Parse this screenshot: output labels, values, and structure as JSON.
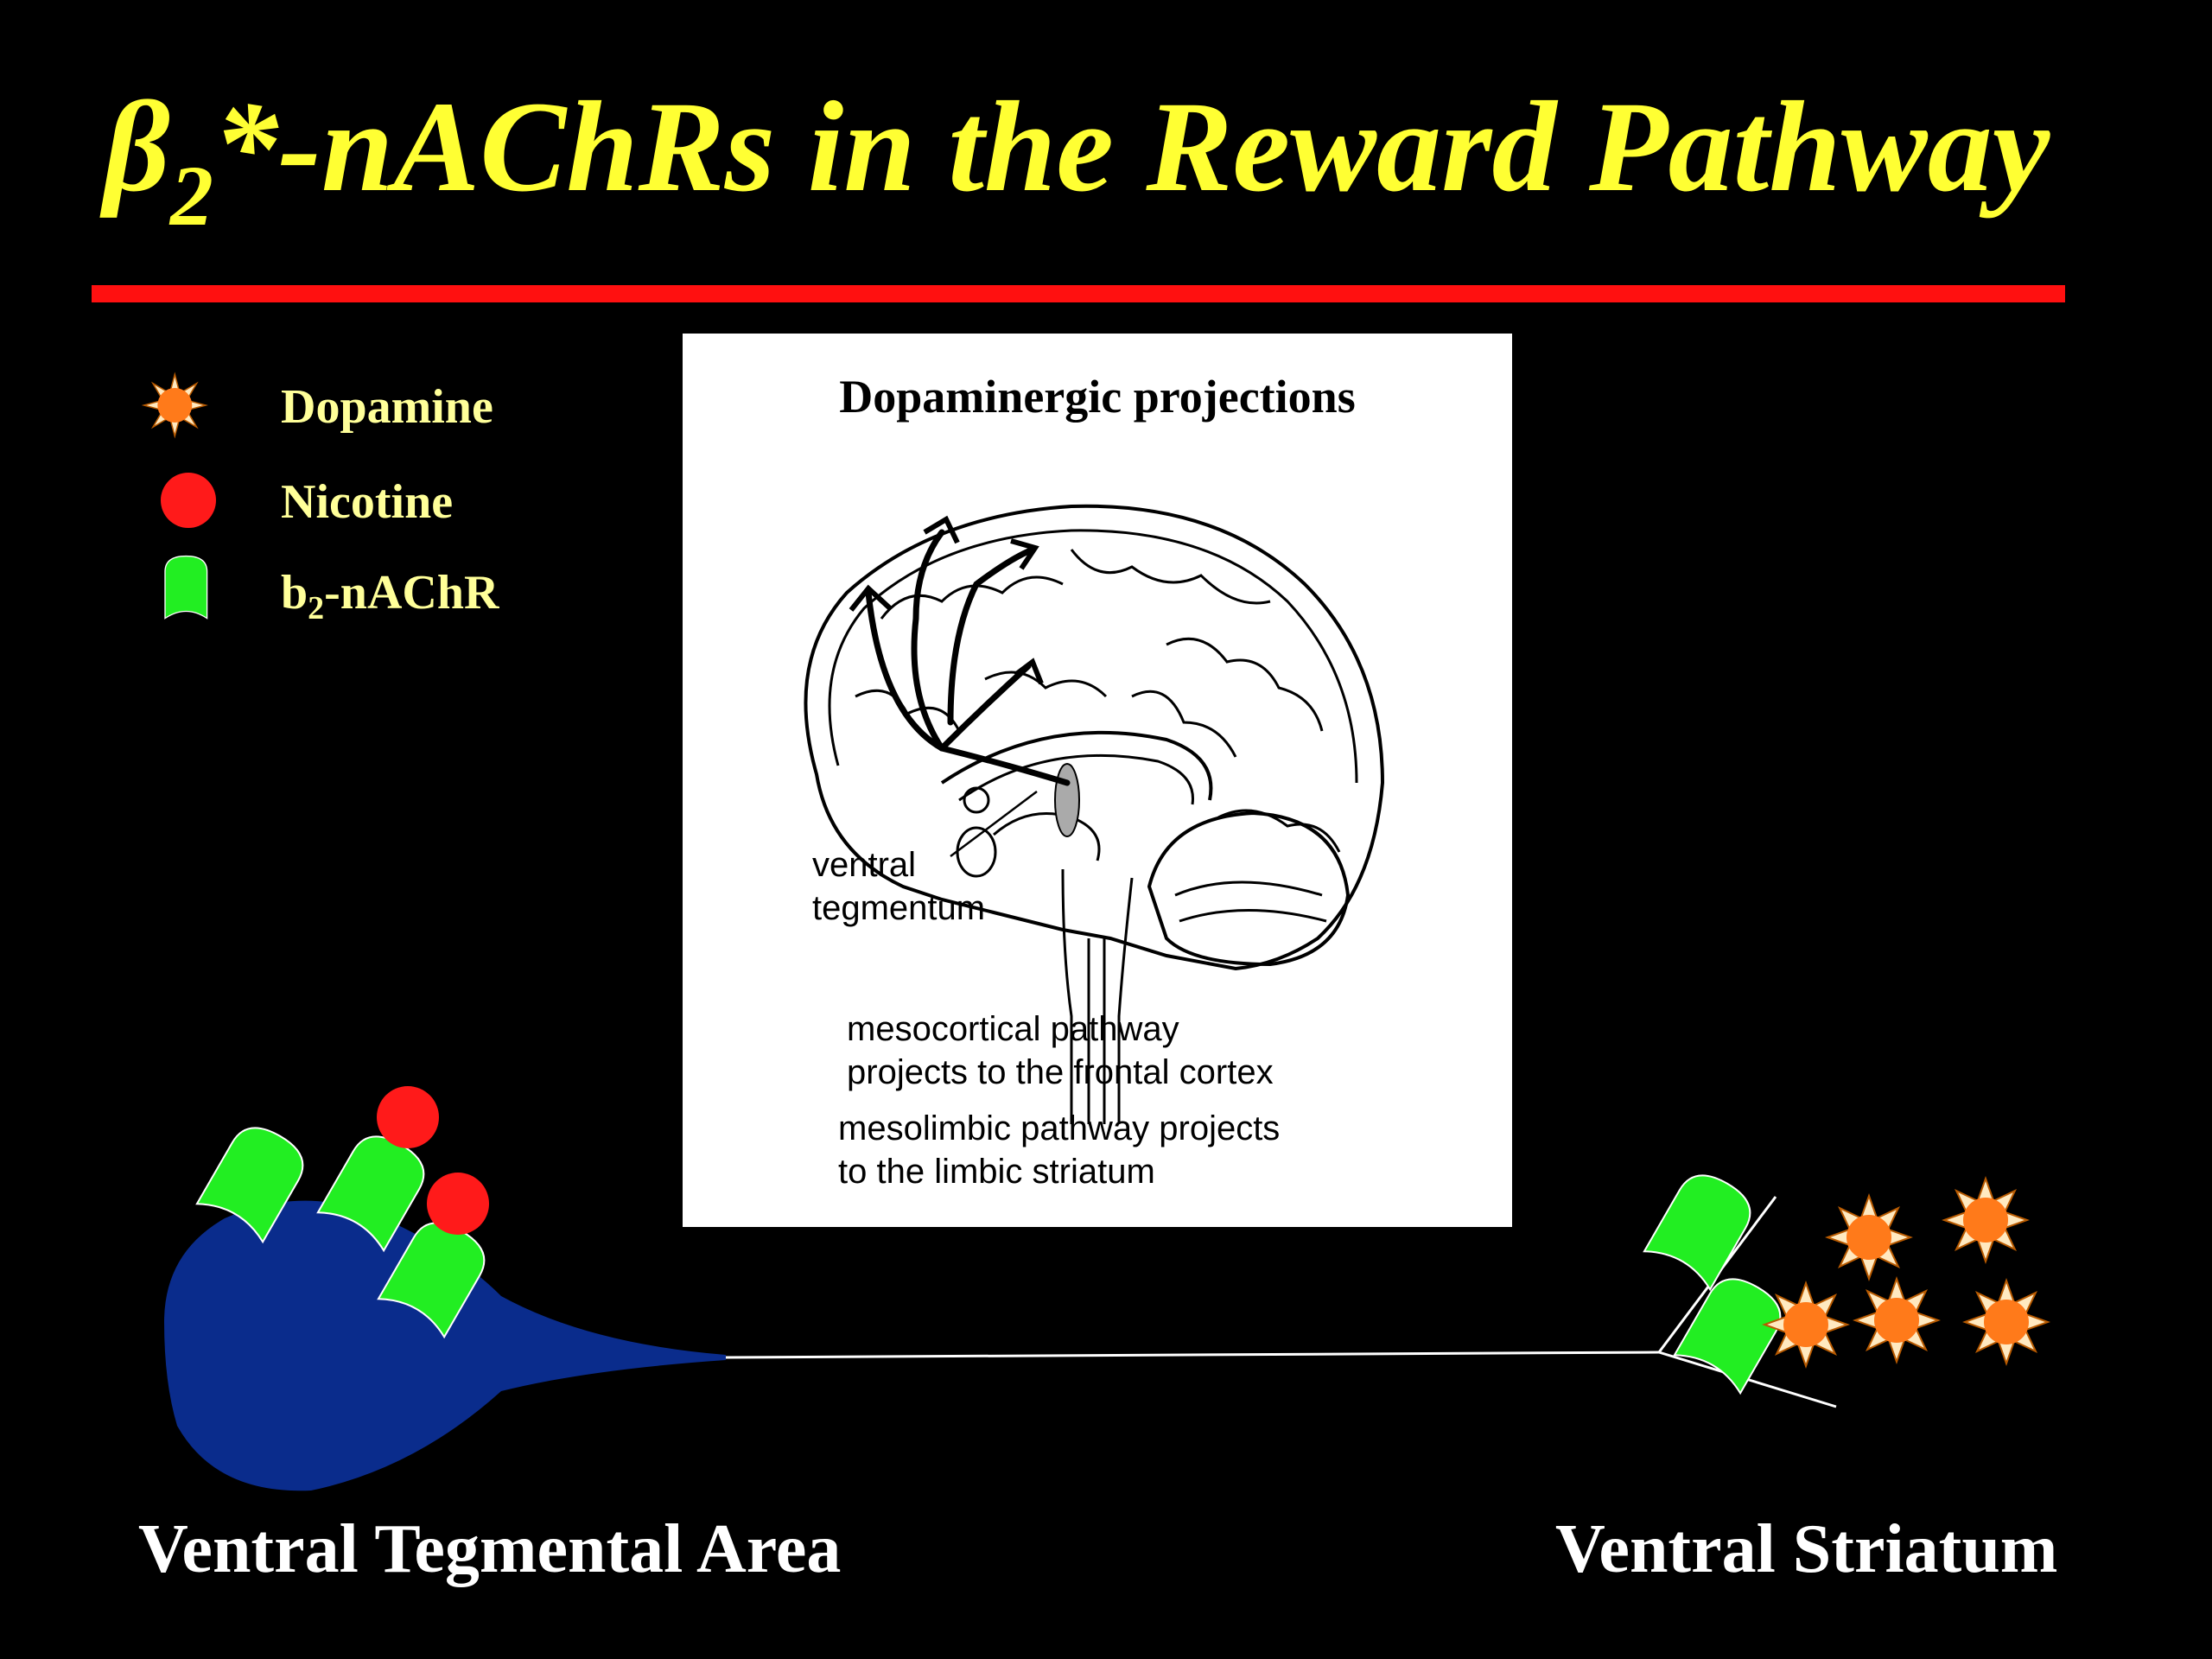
{
  "slide": {
    "title_prefix": "β",
    "title_subscript": "2",
    "title_main": "*-nAChRs in the Reward Pathway"
  },
  "legend": {
    "dopamine_label": "Dopamine",
    "nicotine_label": "Nicotine",
    "receptor_label_prefix": "b",
    "receptor_label_subscript": "2",
    "receptor_label_suffix": "-nAChR"
  },
  "figure": {
    "title": "Dopaminergic projections",
    "ventral_tegmentum_label": "ventral\ntegmentum",
    "mesocortical_caption": "mesocortical pathway\nprojects to the frontal cortex",
    "mesolimbic_caption": "mesolimbic pathway projects\nto the limbic striatum"
  },
  "regions": {
    "left_label": "Ventral Tegmental Area",
    "right_label": "Ventral Striatum"
  },
  "colors": {
    "title": "#ffff33",
    "rule": "#ff1010",
    "legend_text": "#ffff99",
    "neuron": "#0a2c8c",
    "receptor": "#22ee22",
    "nicotine": "#ff1a1a",
    "dopamine": "#ff7a1a"
  }
}
